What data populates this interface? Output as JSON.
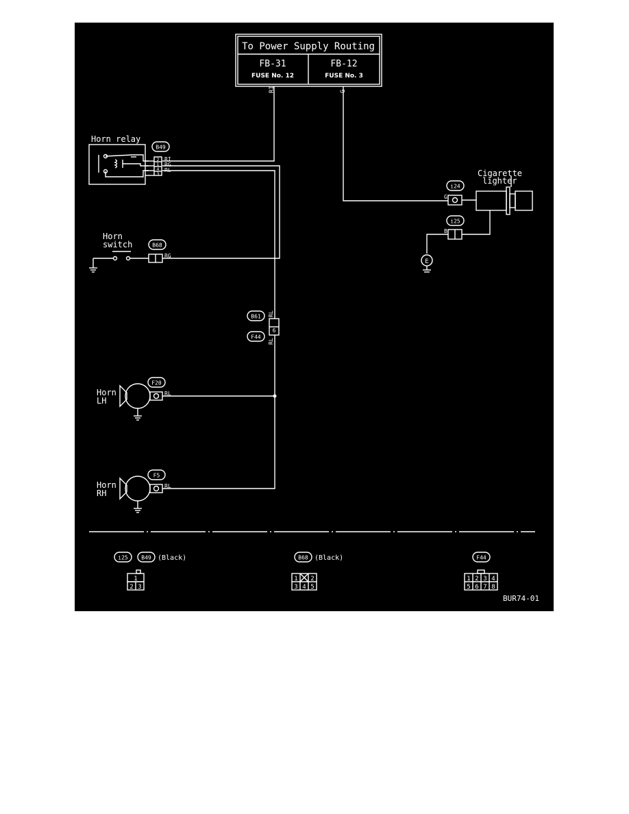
{
  "power_box": {
    "title": "To Power Supply Routing",
    "fuse_left": {
      "name": "FB-31",
      "fuse": "FUSE No. 12"
    },
    "fuse_right": {
      "name": "FB-12",
      "fuse": "FUSE No. 3"
    }
  },
  "wires": {
    "ri": "RI",
    "g": "G",
    "rg": "RG",
    "rl": "RL",
    "b": "B"
  },
  "components": {
    "horn_relay": {
      "label": "Horn relay",
      "connector": "B49",
      "pins": [
        "2",
        "1",
        "4",
        "3"
      ]
    },
    "horn_switch": {
      "label_line1": "Horn",
      "label_line2": "switch",
      "connector": "B68"
    },
    "cigarette_lighter": {
      "label_line1": "Cigarette",
      "label_line2": "lighter",
      "connector_g": "i24",
      "connector_b": "i25",
      "ground": "E"
    },
    "joint": {
      "connector_top": "B61",
      "connector_bottom": "F44",
      "pin": "6"
    },
    "horn_lh": {
      "label_line1": "Horn",
      "label_line2": "LH",
      "connector": "F20"
    },
    "horn_rh": {
      "label_line1": "Horn",
      "label_line2": "RH",
      "connector": "F5"
    }
  },
  "legend": {
    "group1": {
      "connectors": [
        "i25",
        "B49"
      ],
      "color": "(Black)",
      "pins_top": [
        "1"
      ],
      "pins_bottom": [
        "2",
        "3"
      ]
    },
    "group2": {
      "connectors": [
        "B68"
      ],
      "color": "(Black)",
      "pins_top": [
        "1",
        "2"
      ],
      "pins_bottom": [
        "3",
        "4",
        "5"
      ]
    },
    "group3": {
      "connectors": [
        "F44"
      ],
      "pins_top": [
        "1",
        "2",
        "3",
        "4"
      ],
      "pins_bottom": [
        "5",
        "6",
        "7",
        "8"
      ]
    }
  },
  "figure_code": "BUR74-01"
}
